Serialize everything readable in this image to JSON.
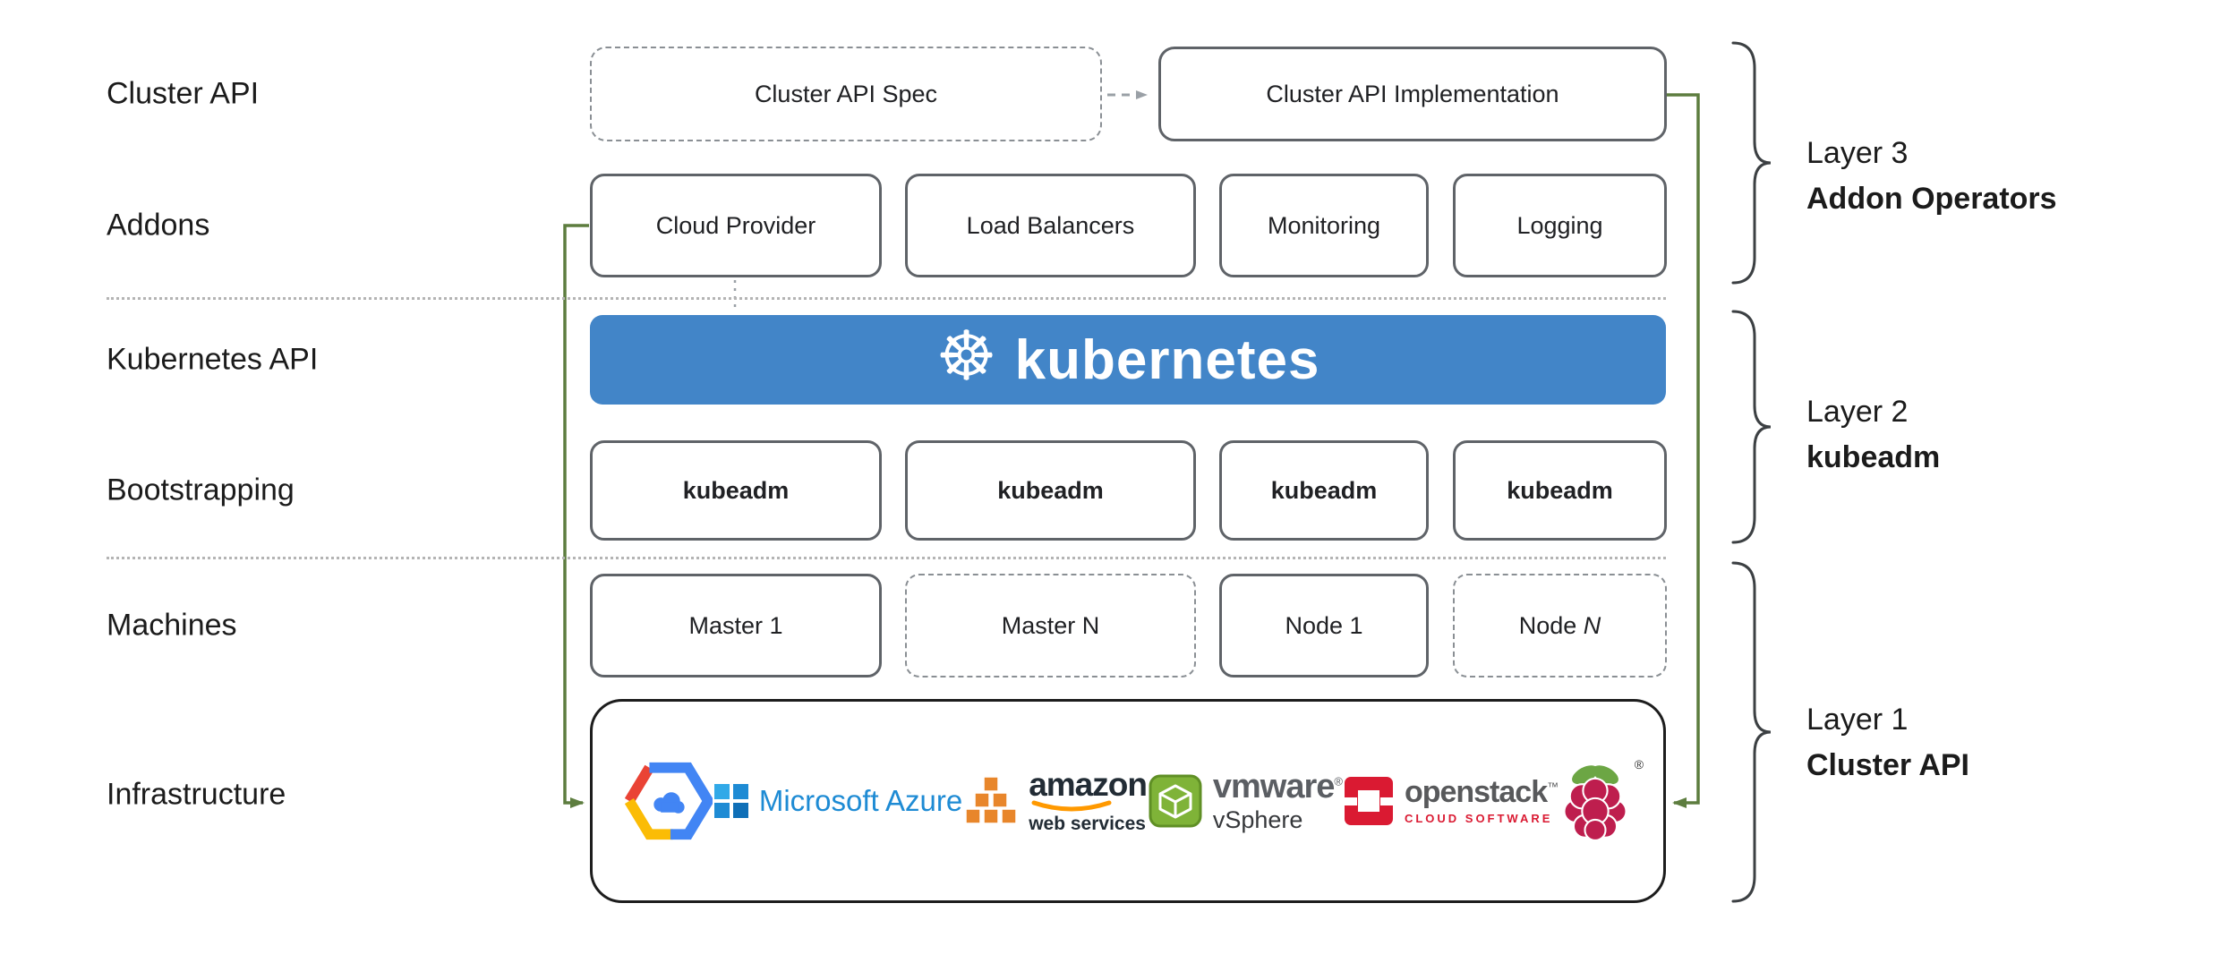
{
  "row_labels": {
    "cluster_api": "Cluster API",
    "addons": "Addons",
    "kubernetes_api": "Kubernetes API",
    "bootstrapping": "Bootstrapping",
    "machines": "Machines",
    "infrastructure": "Infrastructure"
  },
  "cluster_api_row": {
    "spec": "Cluster API Spec",
    "implementation": "Cluster API Implementation"
  },
  "addon_boxes": {
    "cloud_provider": "Cloud Provider",
    "load_balancers": "Load Balancers",
    "monitoring": "Monitoring",
    "logging": "Logging"
  },
  "kubernetes": {
    "wordmark": "kubernetes",
    "logo_glyph": "☸"
  },
  "kubeadm_boxes": [
    "kubeadm",
    "kubeadm",
    "kubeadm",
    "kubeadm"
  ],
  "machine_boxes": {
    "master_1": "Master 1",
    "master_n": "Master N",
    "node_1": "Node 1",
    "node_n_prefix": "Node ",
    "node_n_italic": "N"
  },
  "infrastructure_logos": {
    "google_cloud": {
      "icon": "google-cloud-hexagon"
    },
    "azure": {
      "text": "Microsoft Azure"
    },
    "aws": {
      "wordmark": "amazon",
      "subtext": "web services"
    },
    "vmware": {
      "wordmark": "vmware",
      "reg_mark": "®",
      "subtext": "vSphere"
    },
    "openstack": {
      "wordmark": "openstack",
      "tm_mark": "™",
      "subtext": "CLOUD SOFTWARE"
    },
    "raspberry_pi": {
      "icon": "raspberry-pi-berry",
      "reg_mark": "®"
    }
  },
  "layer_annotations": [
    {
      "line1": "Layer 3",
      "line2": "Addon Operators"
    },
    {
      "line1": "Layer 2",
      "line2": "kubeadm"
    },
    {
      "line1": "Layer 1",
      "line2": "Cluster API"
    }
  ],
  "colors": {
    "kubernetes_banner_blue": "#4285c8",
    "connector_green": "#5d7d3f",
    "solid_border_gray": "#5f6368",
    "dashed_border_gray": "#8a8f94",
    "openstack_red": "#da1a32",
    "aws_orange": "#e8862b",
    "azure_blue": "#1e8bd4"
  }
}
